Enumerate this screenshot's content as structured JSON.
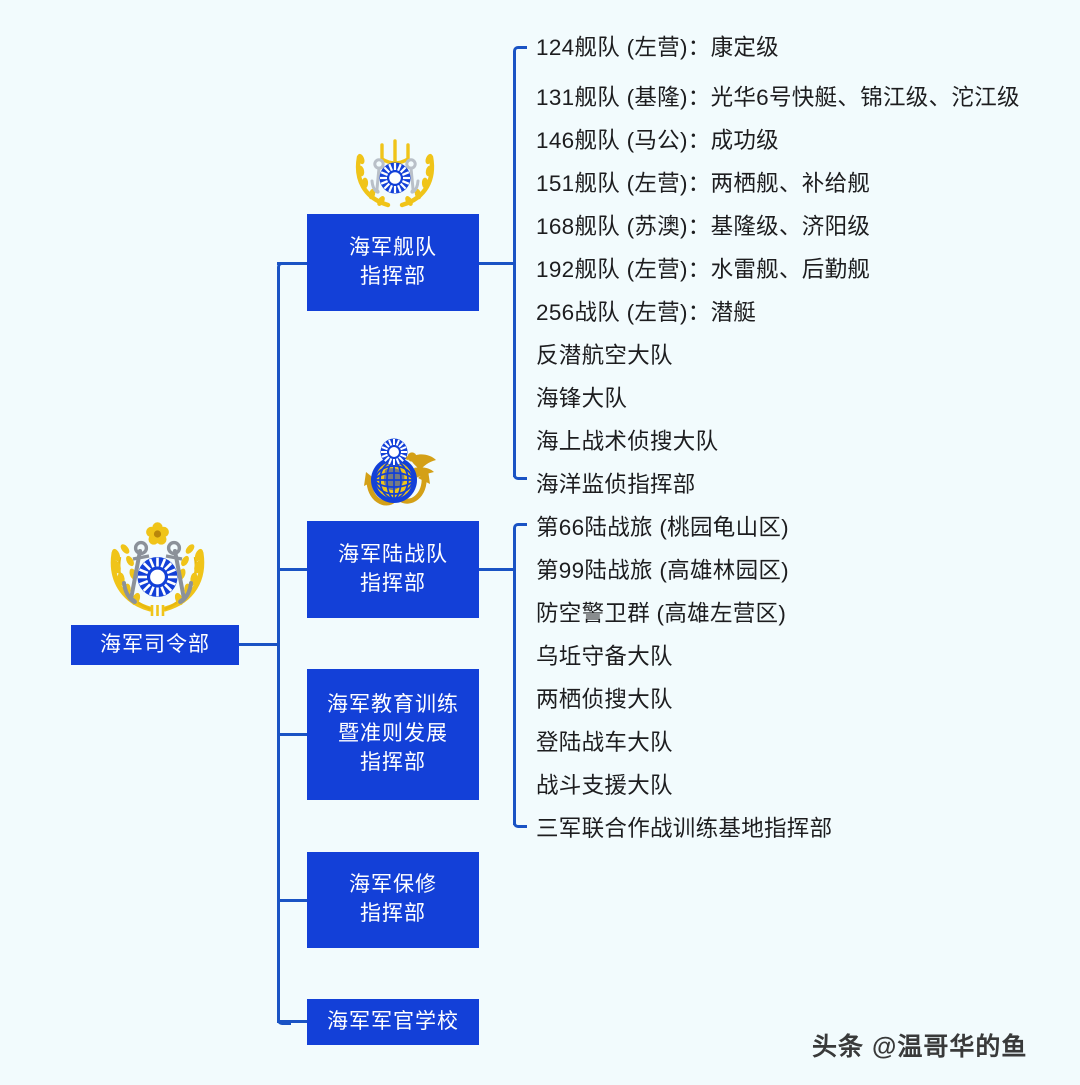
{
  "root": {
    "label": "海军司令部",
    "emblem": "navy-headquarters-emblem"
  },
  "branches": [
    {
      "id": "fleet",
      "lines": [
        "海军舰队",
        "指挥部"
      ],
      "emblem": "fleet-command-emblem",
      "children": [
        "124舰队 (左营)：康定级",
        "131舰队 (基隆)：光华6号快艇、锦江级、沱江级",
        "146舰队 (马公)：成功级",
        "151舰队 (左营)：两栖舰、补给舰",
        "168舰队 (苏澳)：基隆级、济阳级",
        "192舰队 (左营)：水雷舰、后勤舰",
        "256战队 (左营)：潜艇",
        "反潜航空大队",
        "海锋大队",
        "海上战术侦搜大队",
        "海洋监侦指挥部"
      ]
    },
    {
      "id": "marine",
      "lines": [
        "海军陆战队",
        "指挥部"
      ],
      "emblem": "marine-corps-emblem",
      "children": [
        "第66陆战旅 (桃园龟山区)",
        "第99陆战旅 (高雄林园区)",
        "防空警卫群 (高雄左营区)",
        "乌坵守备大队",
        "两栖侦搜大队",
        "登陆战车大队",
        "战斗支援大队",
        "三军联合作战训练基地指挥部"
      ]
    },
    {
      "id": "training",
      "lines": [
        "海军教育训练",
        "暨准则发展",
        "指挥部"
      ],
      "emblem": null,
      "children": []
    },
    {
      "id": "maintenance",
      "lines": [
        "海军保修",
        "指挥部"
      ],
      "emblem": null,
      "children": []
    },
    {
      "id": "academy",
      "lines": [
        "海军军官学校"
      ],
      "emblem": null,
      "children": []
    }
  ],
  "watermark": "头条 @温哥华的鱼",
  "colors": {
    "background": "#f2fbfd",
    "node_fill": "#1340d8",
    "node_text": "#ffffff",
    "connector": "#1a53c4",
    "leaf_text": "#1d1d1f"
  }
}
